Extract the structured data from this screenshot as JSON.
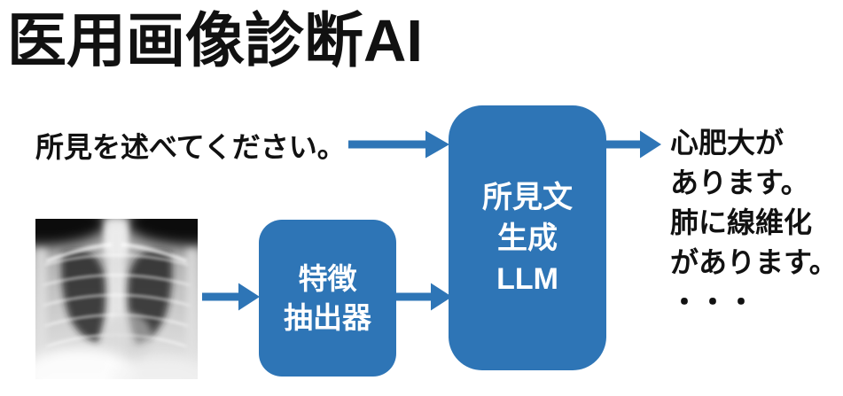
{
  "title": "医用画像診断AI",
  "flow": {
    "prompt_text": "所見を述べてください。",
    "feature_extractor": {
      "line1": "特徴",
      "line2": "抽出器"
    },
    "llm": {
      "line1": "所見文",
      "line2": "生成",
      "line3": "LLM"
    },
    "output_lines": [
      "心肥大が",
      "あります。",
      "肺に線維化",
      "があります。",
      "・・・"
    ]
  },
  "colors": {
    "accent_blue": "#2E75B6",
    "text_black": "#111111",
    "box_text_white": "#FFFFFF"
  }
}
